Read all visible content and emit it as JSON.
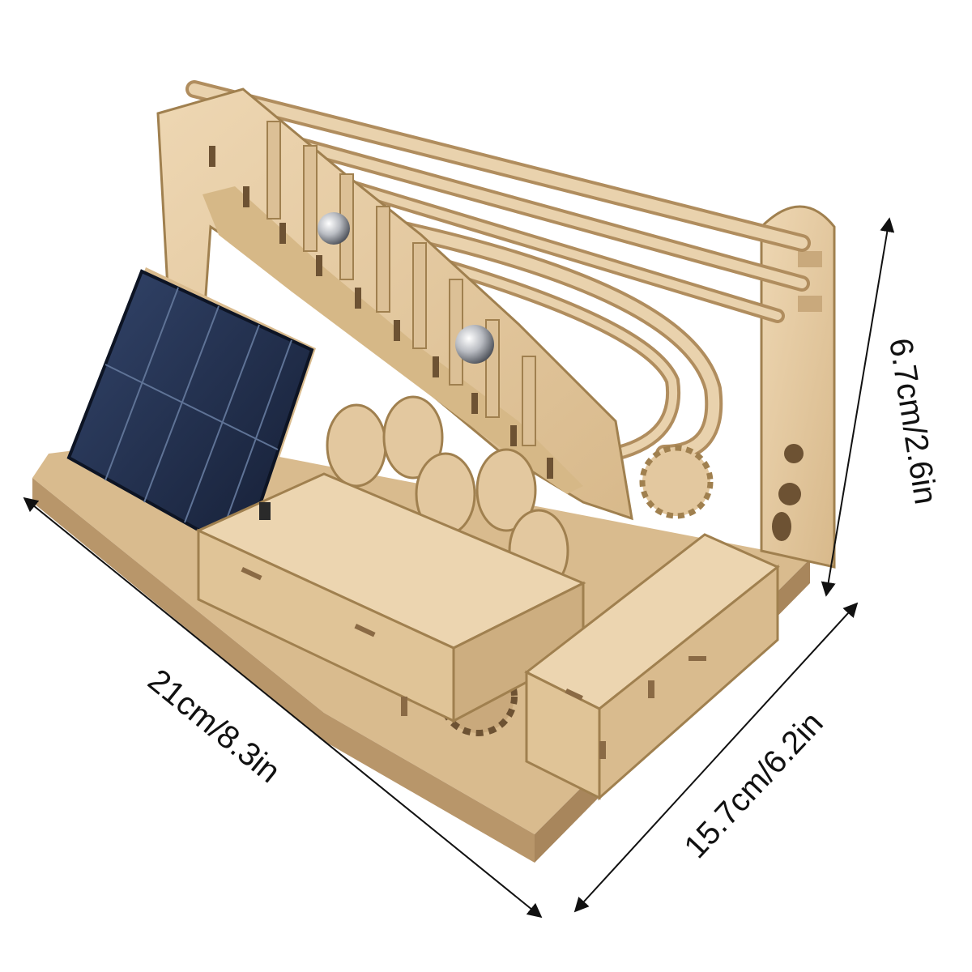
{
  "product": {
    "name": "solar-powered wooden marble run kit",
    "colors": {
      "wood": "#e6cba3",
      "wood_shadow": "#c9a97c",
      "wood_dark": "#8a6a45",
      "solar_panel": "#1f2f4d",
      "steel_ball": "#c9ccd1"
    }
  },
  "dimensions": {
    "height": "6.7cm/2.6in",
    "length": "21cm/8.3in",
    "width": "15.7cm/6.2in"
  }
}
